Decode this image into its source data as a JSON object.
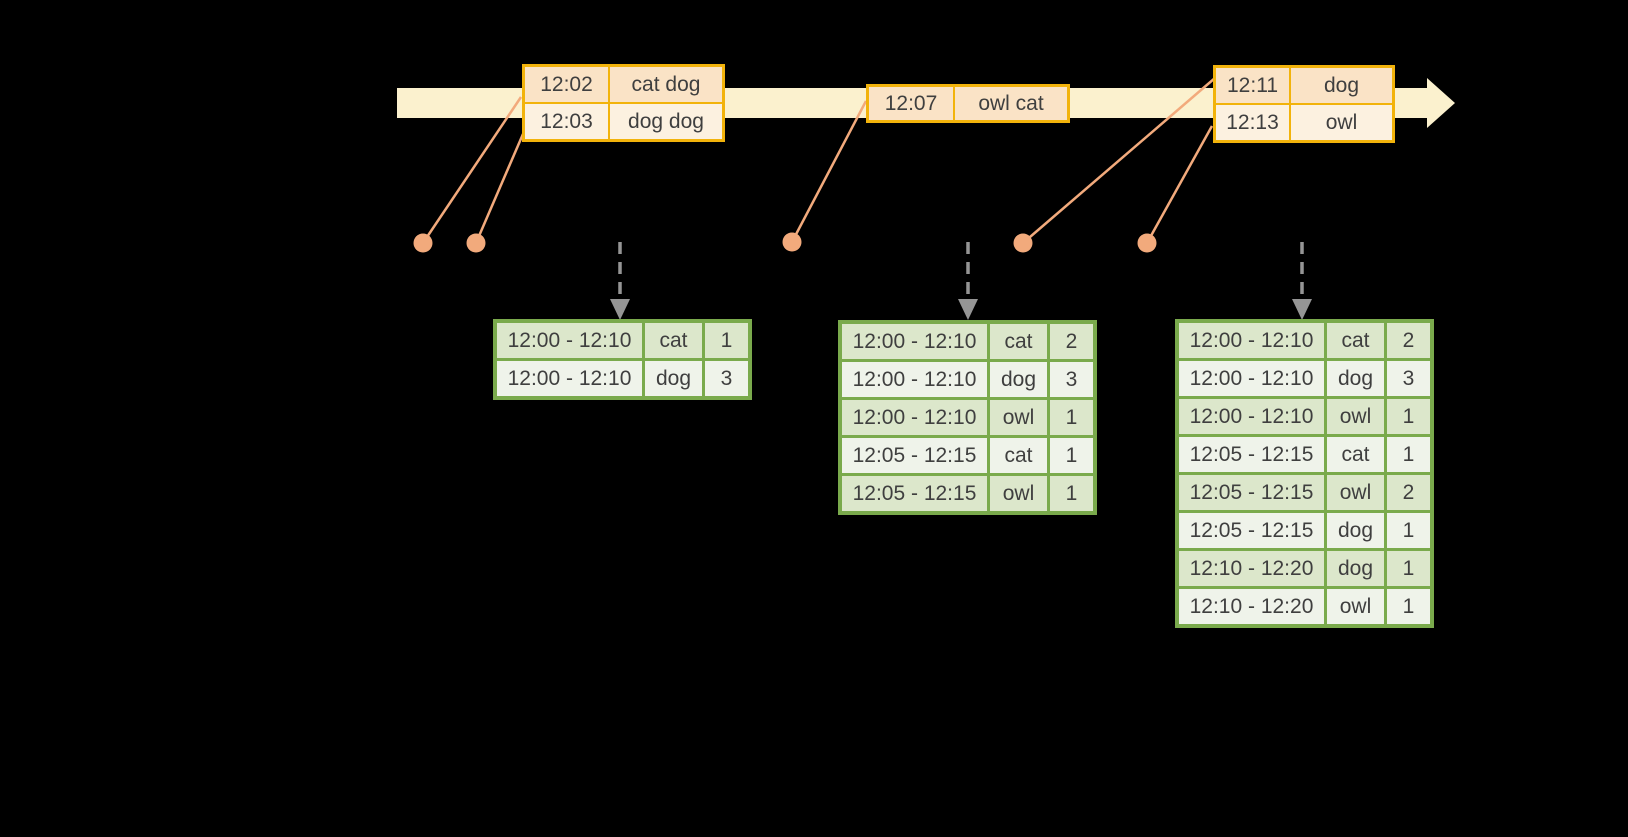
{
  "background": "#000000",
  "palette": {
    "timeline_fill": "#FBF1CE",
    "event_box_border": "#F2B30B",
    "event_row_dark": "#FAE3C6",
    "event_row_light": "#FCF1E0",
    "connector_salmon": "#F2AA7C",
    "trigger_arrow_gray": "#959595",
    "table_border_green": "#7AAA4C",
    "table_row_dark": "#DCE7CB",
    "table_row_light": "#EFF3EA",
    "text": "#3F3F3F"
  },
  "timeline": {
    "event_batches": [
      {
        "rows": [
          {
            "time": "12:02",
            "words": "cat dog"
          },
          {
            "time": "12:03",
            "words": "dog dog"
          }
        ]
      },
      {
        "rows": [
          {
            "time": "12:07",
            "words": "owl cat"
          }
        ]
      },
      {
        "rows": [
          {
            "time": "12:11",
            "words": "dog"
          },
          {
            "time": "12:13",
            "words": "owl"
          }
        ]
      }
    ]
  },
  "result_tables": [
    {
      "rows": [
        {
          "window": "12:00 - 12:10",
          "word": "cat",
          "count": "1"
        },
        {
          "window": "12:00 - 12:10",
          "word": "dog",
          "count": "3"
        }
      ]
    },
    {
      "rows": [
        {
          "window": "12:00 - 12:10",
          "word": "cat",
          "count": "2"
        },
        {
          "window": "12:00 - 12:10",
          "word": "dog",
          "count": "3"
        },
        {
          "window": "12:00 - 12:10",
          "word": "owl",
          "count": "1"
        },
        {
          "window": "12:05 - 12:15",
          "word": "cat",
          "count": "1"
        },
        {
          "window": "12:05 - 12:15",
          "word": "owl",
          "count": "1"
        }
      ]
    },
    {
      "rows": [
        {
          "window": "12:00 - 12:10",
          "word": "cat",
          "count": "2"
        },
        {
          "window": "12:00 - 12:10",
          "word": "dog",
          "count": "3"
        },
        {
          "window": "12:00 - 12:10",
          "word": "owl",
          "count": "1"
        },
        {
          "window": "12:05 - 12:15",
          "word": "cat",
          "count": "1"
        },
        {
          "window": "12:05 - 12:15",
          "word": "owl",
          "count": "2"
        },
        {
          "window": "12:05 - 12:15",
          "word": "dog",
          "count": "1"
        },
        {
          "window": "12:10 - 12:20",
          "word": "dog",
          "count": "1"
        },
        {
          "window": "12:10 - 12:20",
          "word": "owl",
          "count": "1"
        }
      ]
    }
  ]
}
